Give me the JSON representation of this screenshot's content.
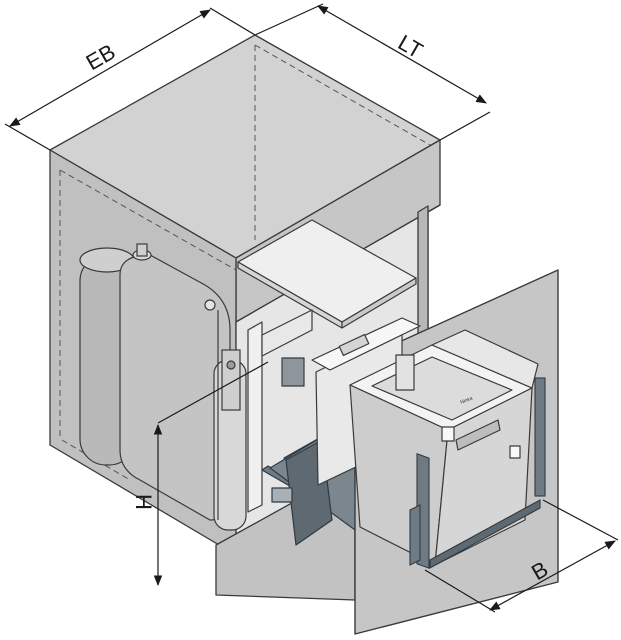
{
  "dimensions": {
    "eb": "EB",
    "lt": "LT",
    "h": "H",
    "b": "B"
  },
  "colors": {
    "cabinet": "#c8c8c8",
    "cabinet_dark": "#b4b4b4",
    "cabinet_light": "#dcdcdc",
    "front_panel": "#c4c4c4",
    "bin_body": "#d0d0d0",
    "bin_rim": "#f2f2f2",
    "rail": "#6f7a82",
    "outline": "#3a3a3a"
  },
  "bin_brand": "Ninka"
}
